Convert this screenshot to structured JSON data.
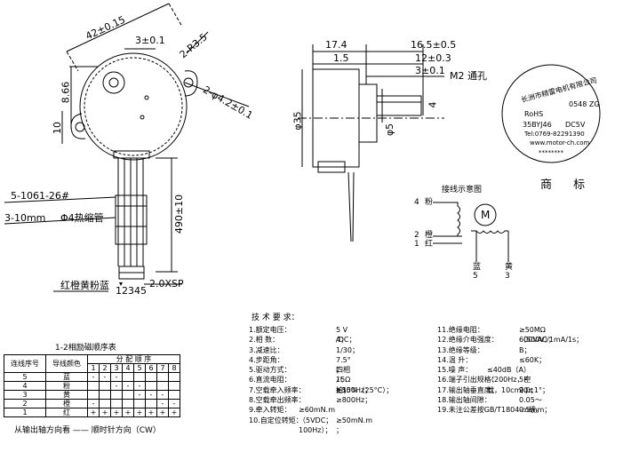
{
  "front_view": {
    "dim_width": "42±0.15",
    "dim_offset": "3±0.1",
    "dim_slot": "2-R3.5",
    "dim_mount_hole": "2-φ4.2±0.1",
    "dim_height": "8.66",
    "dim_small": "10",
    "dim_wire_length": "490±10",
    "terminal_label": "5-1061-26#",
    "strip_label": "3-10mm",
    "heat_shrink_label": "Φ4热缩管",
    "wire_colors_label": "红橙黄粉蓝",
    "pin_numbers": "12345",
    "connector_label": "2.0XSP"
  },
  "side_view": {
    "dim_17_4": "17.4",
    "dim_16_5": "16.5±0.5",
    "dim_1_5": "1.5",
    "dim_12": "12±0.3",
    "dim_3": "3±0.1",
    "thread_label": "M2 通孔",
    "dim_diameter": "φ35",
    "dim_shaft": "φ5",
    "dim_flat": "4"
  },
  "label_circle": {
    "brand": "长洲市精雷电机有限公司",
    "rohs": "RoHS",
    "code": "0548 ZG",
    "model": "35BYJ46",
    "voltage": "DC5V",
    "tel": "Tel:0769-82291390",
    "web": "www.motor-ch.com",
    "stars": "********",
    "trademark_label": "商 标"
  },
  "wiring": {
    "title": "接线示意图",
    "motor_symbol": "M",
    "pins": [
      {
        "num": "4",
        "color": "粉"
      },
      {
        "num": "2",
        "color": "橙"
      },
      {
        "num": "1",
        "color": "红"
      }
    ],
    "bottom_pins": [
      {
        "num": "5",
        "color": "蓝"
      },
      {
        "num": "3",
        "color": "黄"
      }
    ]
  },
  "phase_table": {
    "title": "1-2相励磁顺序表",
    "header_seq": "连线序号",
    "header_color": "导线颜色",
    "header_order": "分 配 顺 序",
    "steps": [
      "1",
      "2",
      "3",
      "4",
      "5",
      "6",
      "7",
      "8"
    ],
    "rows": [
      {
        "seq": "5",
        "color": "蓝",
        "cells": [
          "-",
          "-",
          "-",
          "",
          "",
          "",
          "",
          ""
        ]
      },
      {
        "seq": "4",
        "color": "粉",
        "cells": [
          "",
          "",
          "-",
          "-",
          "-",
          "",
          "",
          ""
        ]
      },
      {
        "seq": "3",
        "color": "黄",
        "cells": [
          "",
          "",
          "",
          "",
          "-",
          "-",
          "-",
          ""
        ]
      },
      {
        "seq": "2",
        "color": "橙",
        "cells": [
          "-",
          "",
          "",
          "",
          "",
          "",
          "-",
          "-"
        ]
      },
      {
        "seq": "1",
        "color": "红",
        "cells": [
          "+",
          "+",
          "+",
          "+",
          "+",
          "+",
          "+",
          "+"
        ]
      }
    ],
    "direction_note": "从输出轴方向看 —— 顺时针方向（CW）"
  },
  "specs": {
    "title": "技 术 要 求：",
    "left": [
      {
        "label": "1.额定电压：",
        "value": "5 V /DC；"
      },
      {
        "label": "2.相    数：",
        "value": "4；"
      },
      {
        "label": "3.减速比：",
        "value": "1/30；"
      },
      {
        "label": "4.步距角：",
        "value": "7.5° ；"
      },
      {
        "label": "5.驱动方式：",
        "value": "四相八拍；"
      },
      {
        "label": "6.直流电阻：",
        "value": "15Ω ±15%（25°C）；"
      },
      {
        "label": "7.空载牵入频率：",
        "value": "≥500Hz；"
      },
      {
        "label": "8.空载牵出频率：",
        "value": "≥800Hz；"
      },
      {
        "label": "9.牵入转矩：",
        "value": "≥60mN.m（5VDC；100Hz）；"
      },
      {
        "label": "10.自定位转矩：",
        "value": "≥50mN.m ；"
      }
    ],
    "right": [
      {
        "label": "11.绝缘电阻：",
        "value": "≥50MΩ（500V）；"
      },
      {
        "label": "12.绝缘介电强度：",
        "value": "600VAC/1mA/1s；"
      },
      {
        "label": "13.绝缘等级：",
        "value": "B；"
      },
      {
        "label": "14.温    升：",
        "value": "≤60K；"
      },
      {
        "label": "15.噪    声：",
        "value": "≤40dB（A）（200Hz，空载，10cm）；"
      },
      {
        "label": "16.端子引出规格：",
        "value": "5P-2.0；"
      },
      {
        "label": "17.输出轴垂直度：",
        "value": "90±1°；"
      },
      {
        "label": "18.输出轴间隙：",
        "value": "0.05～0.5mm；"
      },
      {
        "label": "19.未注公差按GB/T1804-m级。",
        "value": ""
      }
    ]
  }
}
